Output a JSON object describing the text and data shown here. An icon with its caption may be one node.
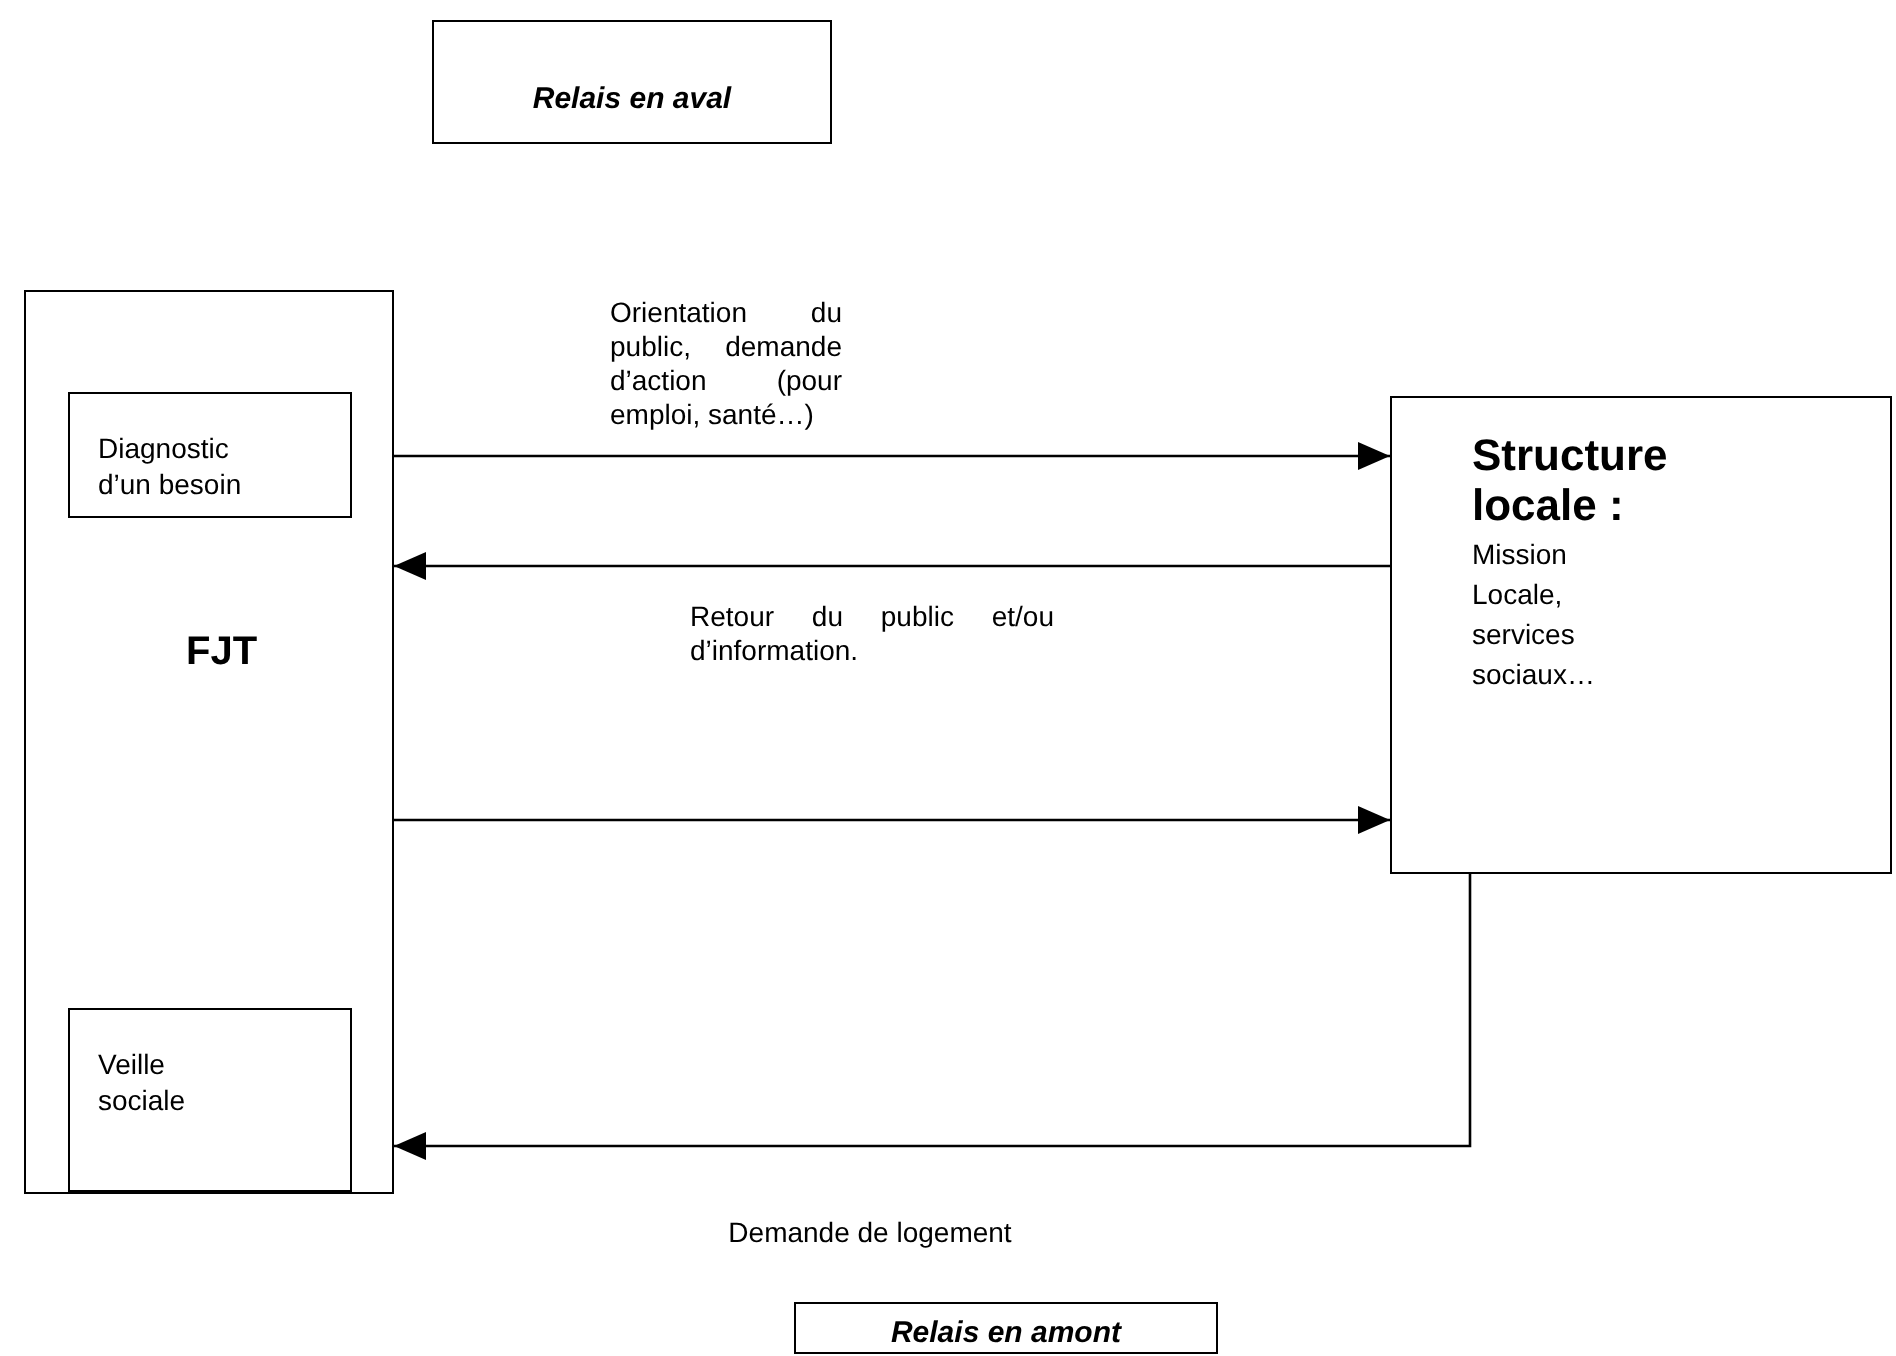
{
  "diagram": {
    "nodes": [
      {
        "text": [
          "Relais en aval"
        ]
      },
      {
        "text": [
          "FJT"
        ]
      },
      {
        "text": [
          "Diagnostic d’un besoin"
        ],
        "in": 1
      },
      {
        "text": [
          "Veille sociale"
        ],
        "in": 1
      },
      {
        "text": [
          "Structure locale :",
          "Mission Locale, services sociaux…"
        ]
      },
      {
        "text": [
          "Relais en amont"
        ]
      }
    ],
    "edges": [
      {
        "from": 2,
        "to": 4,
        "arrow": "to",
        "label": "Orientation du public, demande d’action (pour emploi, santé…)"
      },
      {
        "from": 4,
        "to": 1,
        "arrow": "to",
        "label": "Retour du public et/ou d’information."
      },
      {
        "from": 1,
        "to": 4,
        "arrow": "to"
      },
      {
        "from": 4,
        "to": 1,
        "arrow": "to",
        "label": "Demande de logement"
      }
    ]
  }
}
